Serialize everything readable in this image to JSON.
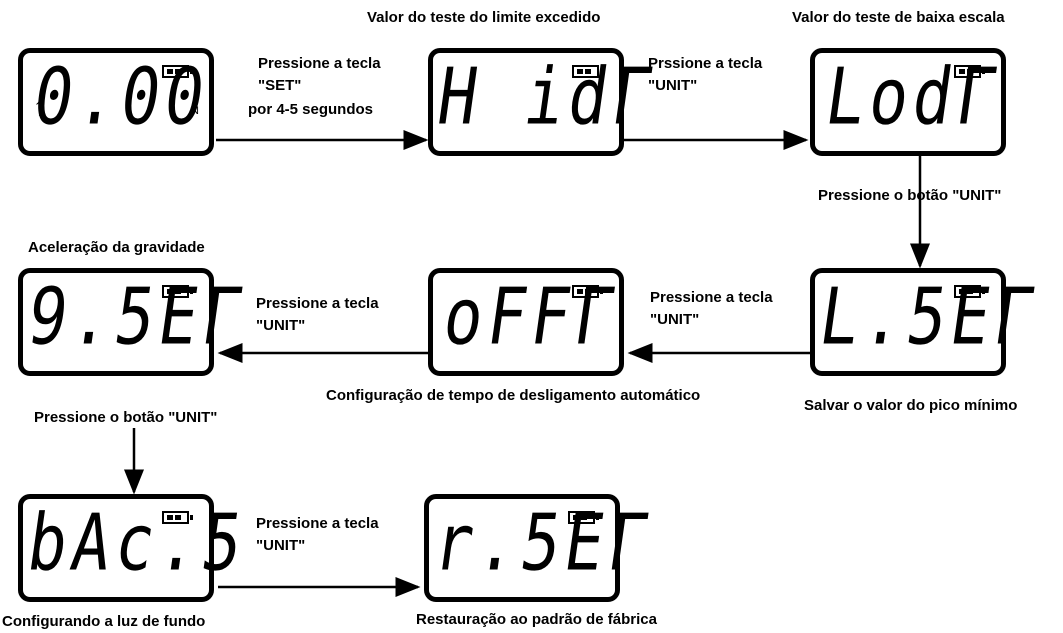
{
  "screens": [
    {
      "display": "0.00",
      "unit": "N",
      "arrow": "↑"
    },
    {
      "display": "H idΓ"
    },
    {
      "display": "LodΓ"
    },
    {
      "display": "L.5EΓ"
    },
    {
      "display": "oFFΓ"
    },
    {
      "display": "9.5EΓ"
    },
    {
      "display": "bAc.5"
    },
    {
      "display": "r.5EΓ"
    }
  ],
  "titles": {
    "hidr": "Valor do teste do limite excedido",
    "lodr": "Valor do teste de baixa escala",
    "gset": "Aceleração da gravidade",
    "lset": "Salvar o valor do pico mínimo",
    "off": "Configuração de tempo de desligamento automático",
    "bacs": "Configurando a luz de fundo",
    "rset": "Restauração ao padrão de fábrica"
  },
  "steps": {
    "set_line1": "Pressione a tecla",
    "set_line2": "\"SET\"",
    "set_line3": "por 4-5 segundos",
    "unit2_line1": "Prssione a tecla",
    "unit2_line2": "\"UNIT\"",
    "unit3": "Pressione o botão \"UNIT\"",
    "unit4_line1": "Pressione a tecla",
    "unit4_line2": "\"UNIT\"",
    "unit5_line1": "Pressione a tecla",
    "unit5_line2": "\"UNIT\"",
    "unit6": "Pressione o botão \"UNIT\"",
    "unit7_line1": "Pressione a tecla",
    "unit7_line2": "\"UNIT\""
  },
  "colors": {
    "line": "#000000",
    "background": "#ffffff"
  }
}
